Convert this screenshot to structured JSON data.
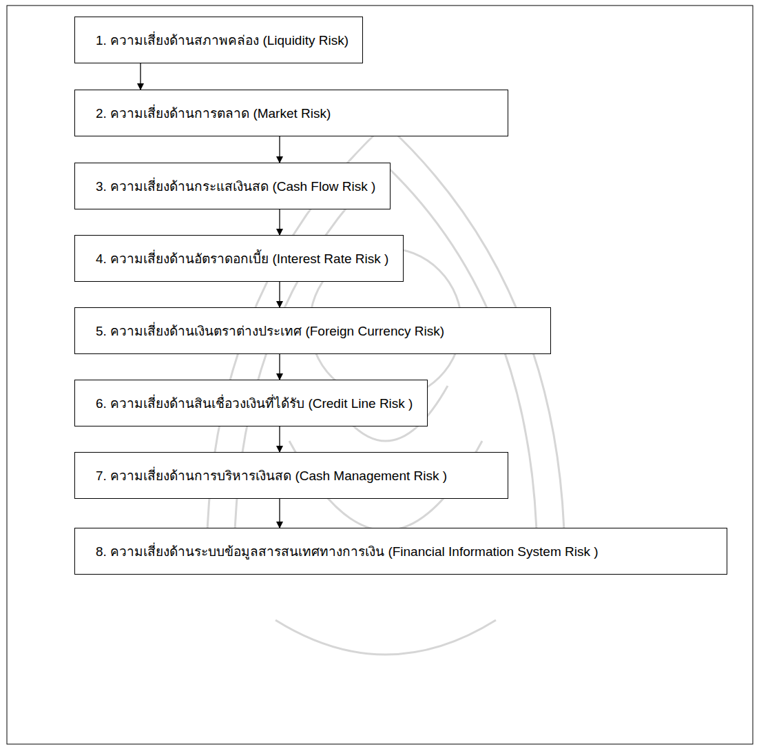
{
  "diagram": {
    "nodes": [
      {
        "text": [
          "1. ความเสี่ยงด้านสภาพคล่อง (Liquidity Risk)"
        ]
      },
      {
        "text": [
          "2. ความเสี่ยงด้านการตลาด (Market Risk)"
        ]
      },
      {
        "text": [
          "3. ความเสี่ยงด้านกระแสเงินสด (Cash Flow Risk )"
        ]
      },
      {
        "text": [
          "4. ความเสี่ยงด้านอัตราดอกเบี้ย (Interest Rate Risk )"
        ]
      },
      {
        "text": [
          "5. ความเสี่ยงด้านเงินตราต่างประเทศ (Foreign Currency Risk)"
        ]
      },
      {
        "text": [
          "6. ความเสี่ยงด้านสินเชื่อวงเงินที่ได้รับ (Credit Line Risk )"
        ]
      },
      {
        "text": [
          "7. ความเสี่ยงด้านการบริหารเงินสด (Cash Management Risk )"
        ]
      },
      {
        "text": [
          "8. ความเสี่ยงด้านระบบข้อมูลสารสนเทศทางการเงิน (Financial Information System Risk )"
        ]
      }
    ],
    "edges": [
      {
        "from": 0,
        "to": 1,
        "arrow": "to"
      },
      {
        "from": 1,
        "to": 2,
        "arrow": "to"
      },
      {
        "from": 2,
        "to": 3,
        "arrow": "to"
      },
      {
        "from": 3,
        "to": 4,
        "arrow": "to"
      },
      {
        "from": 4,
        "to": 5,
        "arrow": "to"
      },
      {
        "from": 5,
        "to": 6,
        "arrow": "to"
      },
      {
        "from": 6,
        "to": 7,
        "arrow": "to"
      }
    ]
  }
}
